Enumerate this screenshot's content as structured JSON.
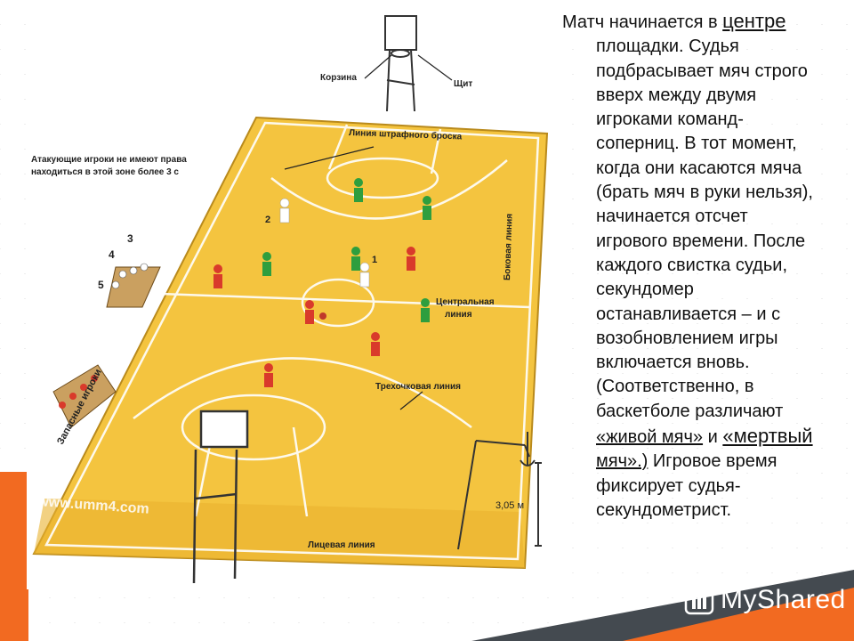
{
  "slide": {
    "lines": [
      "Матч начинается в",
      "центре",
      "площадки. Судья",
      "подбрасывает мяч строго",
      "вверх между двумя",
      "игроками команд-",
      "соперниц. В тот момент,",
      "когда они касаются мяча",
      "(брать мяч в руки нельзя),",
      "начинается отсчет",
      "игрового времени. После",
      "каждого свистка судьи,",
      "секундомер",
      "останавливается – и с",
      "возобновлением игры",
      "включается вновь.",
      "(Соответственно, в",
      "баскетболе различают",
      "«живой мяч»",
      "и",
      "«мертвый",
      "мяч».)",
      "Игровое время",
      "фиксирует судья-",
      "секундометрист."
    ]
  },
  "diagram": {
    "labels": {
      "basket": "Корзина",
      "backboard": "Щит",
      "free_throw_line": "Линия штрафного броска",
      "zone_note_1": "Атакующие игроки не имеют права",
      "zone_note_2": "находиться в этой зоне более 3 с",
      "sideline": "Боковая линия",
      "center_line_1": "Центральная",
      "center_line_2": "линия",
      "three_point": "Трехочковая линия",
      "end_line": "Лицевая линия",
      "subs": "Запасные игроки",
      "url": "www.umm4.com",
      "n1": "1",
      "n2": "2",
      "n3": "3",
      "n4": "4",
      "n5": "5"
    },
    "height_label": "3,05 м"
  },
  "watermark": {
    "text": "MyShared"
  },
  "colors": {
    "accent": "#f26a21",
    "dark": "#444a50",
    "court": "#f4c43f"
  }
}
